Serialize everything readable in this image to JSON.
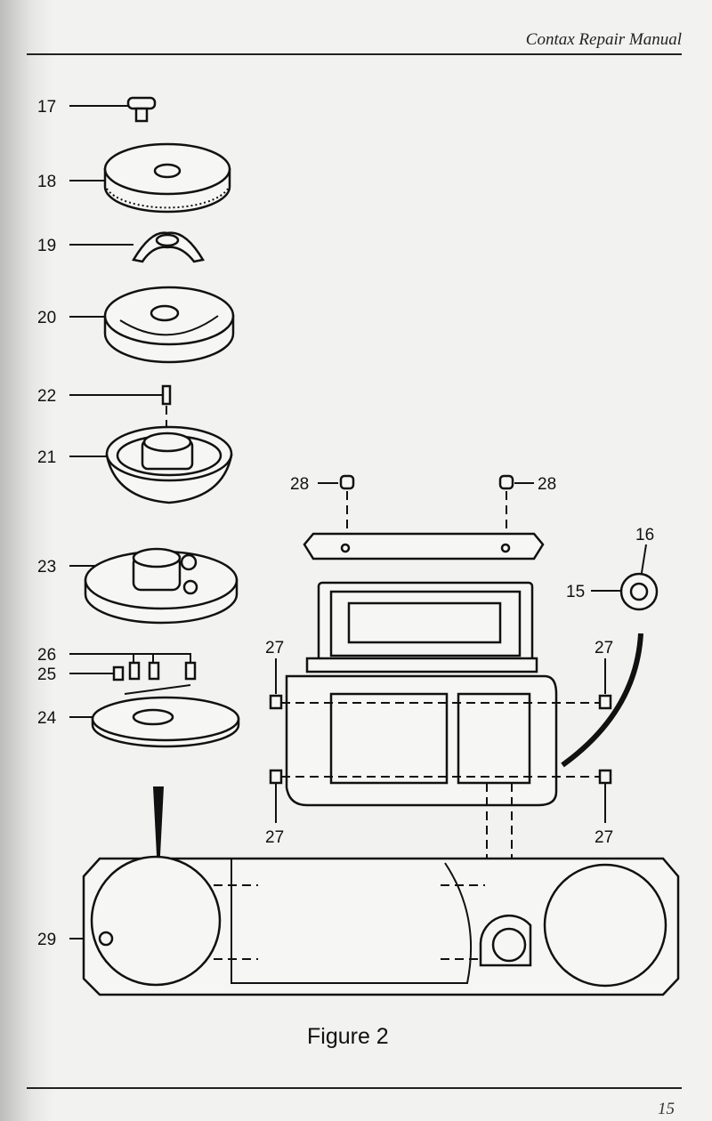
{
  "header": {
    "title": "Contax Repair Manual"
  },
  "figure": {
    "caption": "Figure 2",
    "callouts": {
      "p17": "17",
      "p18": "18",
      "p19": "19",
      "p20": "20",
      "p22": "22",
      "p21": "21",
      "p23": "23",
      "p26": "26",
      "p25": "25",
      "p24": "24",
      "p29": "29",
      "p28a": "28",
      "p28b": "28",
      "p16": "16",
      "p15": "15",
      "p27a": "27",
      "p27b": "27",
      "p27c": "27",
      "p27d": "27"
    }
  },
  "footer": {
    "page_number": "15"
  }
}
